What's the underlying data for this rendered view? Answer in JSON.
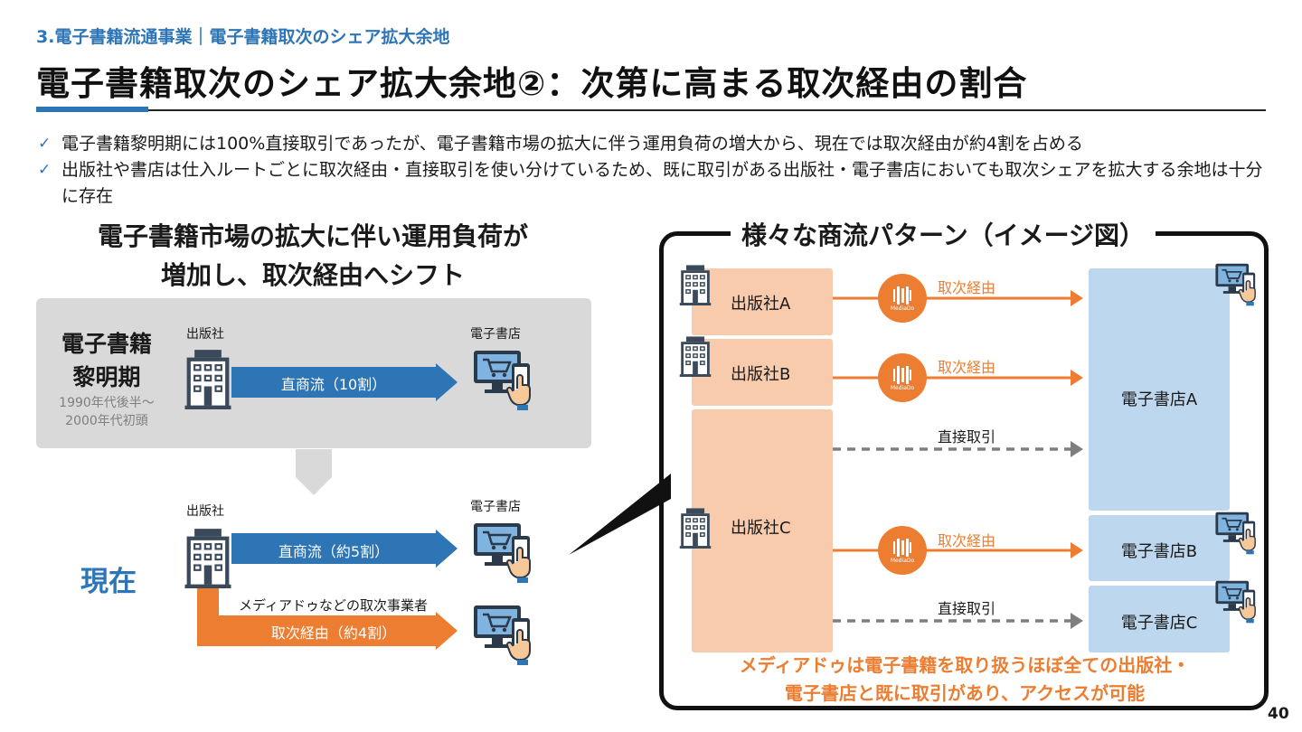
{
  "header": {
    "section": "3.電子書籍流通事業｜電子書籍取次のシェア拡大余地",
    "title": "電子書籍取次のシェア拡大余地②：次第に高まる取次経由の割合"
  },
  "bullets": [
    "電子書籍黎明期には100%直接取引であったが、電子書籍市場の拡大に伴う運用負荷の増大から、現在では取次経由が約4割を占める",
    "出版社や書店は仕入ルートごとに取次経由・直接取引を使い分けているため、既に取引がある出版社・電子書店においても取次シェアを拡大する余地は十分に存在"
  ],
  "left": {
    "heading_line1": "電子書籍市場の拡大に伴い運用負荷が",
    "heading_line2": "増加し、取次経由へシフト",
    "early": {
      "title_line1": "電子書籍",
      "title_line2": "黎明期",
      "years_line1": "1990年代後半～",
      "years_line2": "2000年代初頭",
      "publisher_label": "出版社",
      "store_label": "電子書店",
      "arrow_label": "直商流（10割）"
    },
    "now": {
      "title": "現在",
      "publisher_label": "出版社",
      "store_label": "電子書店",
      "direct_label": "直商流（約5割）",
      "example_label": "メディアドゥなどの取次事業者",
      "distributor_label": "取次経由（約4割）"
    }
  },
  "diagram": {
    "heading": "様々な商流パターン（イメージ図）",
    "publishers": [
      "出版社A",
      "出版社B",
      "出版社C"
    ],
    "stores": [
      "電子書店A",
      "電子書店B",
      "電子書店C"
    ],
    "route_distributor": "取次経由",
    "route_direct": "直接取引",
    "logo_text": "MediaDo",
    "note_line1": "メディアドゥは電子書籍を取り扱うほぼ全ての出版社・",
    "note_line2": "電子書店と既に取引があり、アクセスが可能"
  },
  "page_number": "40",
  "colors": {
    "accent_blue": "#2e75b6",
    "accent_orange": "#ed7d31",
    "publisher_fill": "#f8cbad",
    "store_fill": "#bdd7ee",
    "early_panel": "#d9d9d9",
    "now_panel": "#bdd7ee"
  },
  "icons": {
    "publisher": "office-building-icon",
    "store": "computer-shopping-cart-icon",
    "distributor": "mediado-logo-icon",
    "bullet": "checkmark-icon"
  }
}
